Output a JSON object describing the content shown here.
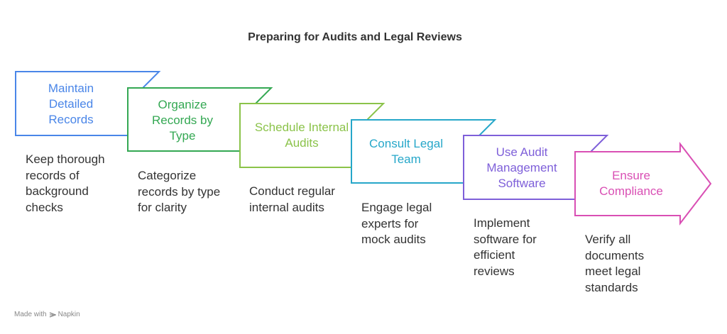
{
  "title": "Preparing for Audits and Legal Reviews",
  "steps": [
    {
      "label": "Maintain Detailed Records",
      "description": "Keep thorough records of background checks",
      "color": "#4a86e8"
    },
    {
      "label": "Organize Records by Type",
      "description": "Categorize records by type for clarity",
      "color": "#34a853"
    },
    {
      "label": "Schedule Internal Audits",
      "description": "Conduct regular internal audits",
      "color": "#8bc34a"
    },
    {
      "label": "Consult Legal Team",
      "description": "Engage legal experts for mock audits",
      "color": "#26a7c9"
    },
    {
      "label": "Use Audit Management Software",
      "description": "Implement software for efficient reviews",
      "color": "#7e5fd9"
    },
    {
      "label": "Ensure Compliance",
      "description": "Verify all documents meet legal standards",
      "color": "#d94fb4"
    }
  ],
  "footer": {
    "prefix": "Made with",
    "brand": "Napkin"
  }
}
